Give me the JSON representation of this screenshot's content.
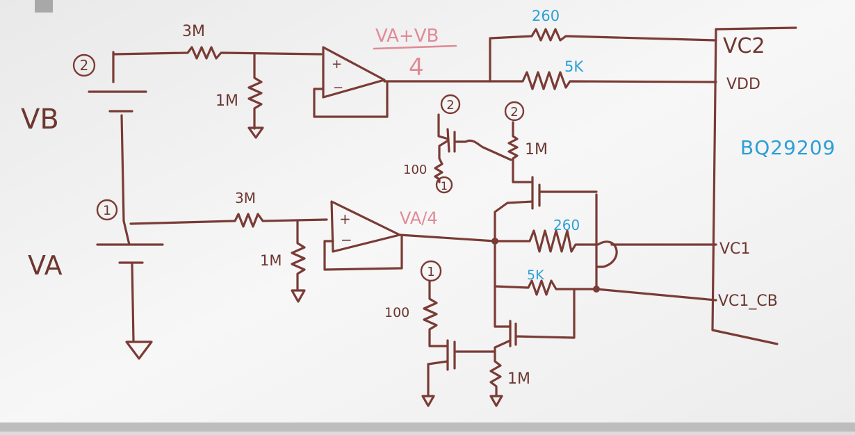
{
  "components": {
    "r_vb_series": "3M",
    "r_vb_gnd": "1M",
    "r_va_series": "3M",
    "r_va_gnd": "1M",
    "r_vc2": "260",
    "r_vdd": "5K",
    "r_vc1": "260",
    "r_vc1cb": "5K",
    "r_pmos_gate": "100",
    "r_pmos_pull": "1M",
    "r_nmos_gate": "100",
    "r_nmos_pull": "1M"
  },
  "nodes": {
    "node2_a": "2",
    "node2_b": "2",
    "node2_c": "2",
    "node1_a": "1",
    "node1_b": "1",
    "node1_c": "1"
  },
  "labels": {
    "vb": "VB",
    "va": "VA",
    "divider_top": "VA+VB",
    "divider_bottom": "4",
    "va_div": "VA/4",
    "chip": "BQ29209"
  },
  "opamp": {
    "plus": "+",
    "minus": "−"
  },
  "pins": {
    "vc2": "VC2",
    "vdd": "VDD",
    "vc1": "VC1",
    "vc1_cb": "VC1_CB"
  },
  "colors": {
    "ink": "#7a3b35",
    "red_marker": "#e08a96",
    "blue_marker": "#2b9fd6",
    "board": "#f6f6f6"
  }
}
